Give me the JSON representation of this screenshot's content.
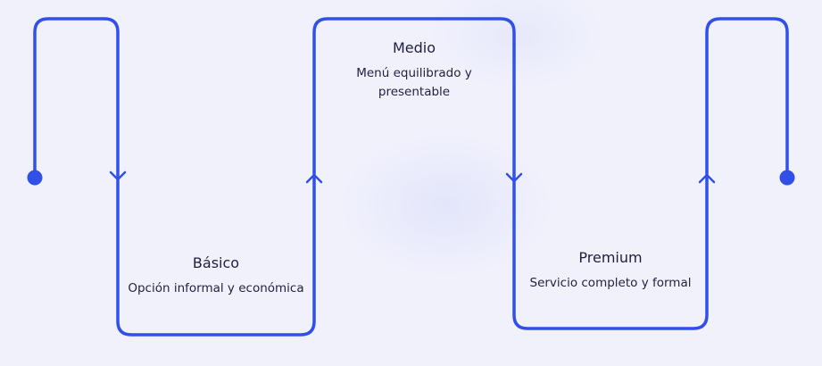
{
  "diagram": {
    "line_color": "#3050e8",
    "text_color": "#1e1f3d",
    "background_color": "#f1f1fc",
    "start_marker": "start-dot",
    "end_marker": "end-dot",
    "steps": [
      {
        "title": "Básico",
        "description": "Opción informal y económica",
        "flow_direction": "down"
      },
      {
        "title": "Medio",
        "description": "Menú equilibrado y presentable",
        "flow_direction": "up"
      },
      {
        "title": "Premium",
        "description": "Servicio completo y formal",
        "flow_direction": "down"
      }
    ]
  }
}
